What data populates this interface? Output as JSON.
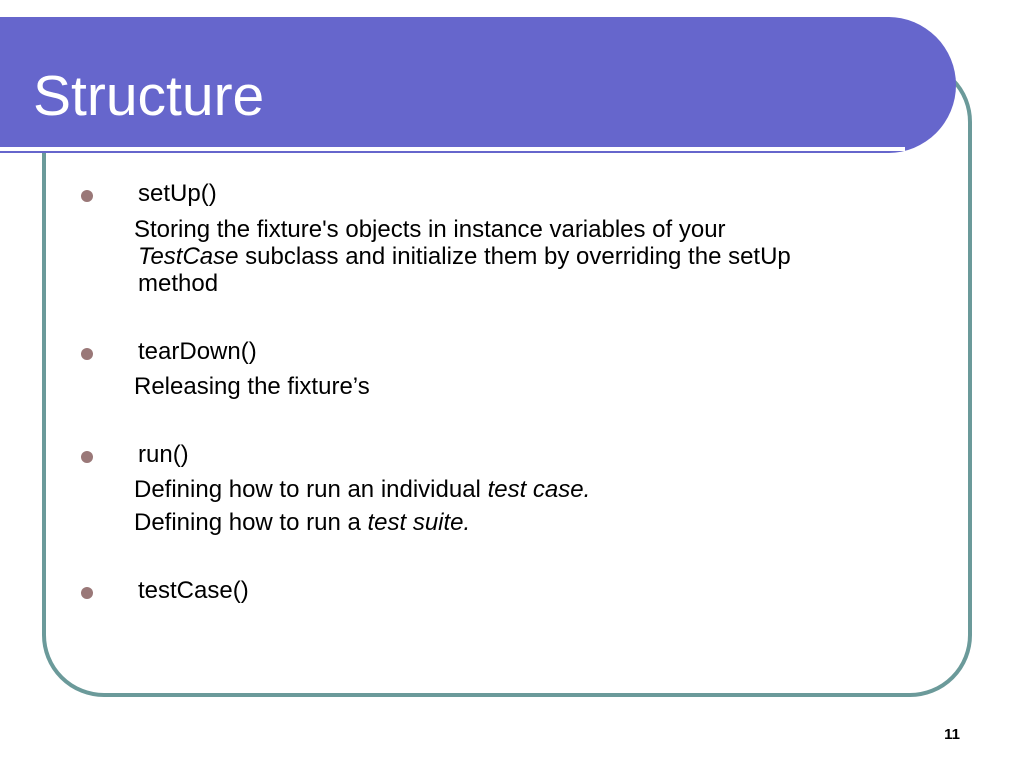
{
  "slide": {
    "title": "Structure",
    "page_number": "11"
  },
  "items": [
    {
      "label": "setUp()",
      "description_lines": [
        {
          "text_1": "Storing the fixture's objects in instance variables of your"
        },
        {
          "italic": "TestCase",
          "text_1": " subclass and initialize them by overriding the setUp"
        },
        {
          "text_1": "method"
        }
      ]
    },
    {
      "label": "tearDown()",
      "description_lines": [
        {
          "text_1": "Releasing the fixture’s"
        }
      ]
    },
    {
      "label": "run()",
      "description_lines": [
        {
          "text_1": "Defining how to run an individual ",
          "italic": "test case."
        },
        {
          "text_1": "Defining how to run a ",
          "italic": "test suite."
        }
      ]
    },
    {
      "label": "testCase()",
      "description_lines": []
    }
  ],
  "colors": {
    "title_bar": "#6666cc",
    "frame_border": "#6b9a9a",
    "bullet": "#9a7878"
  }
}
